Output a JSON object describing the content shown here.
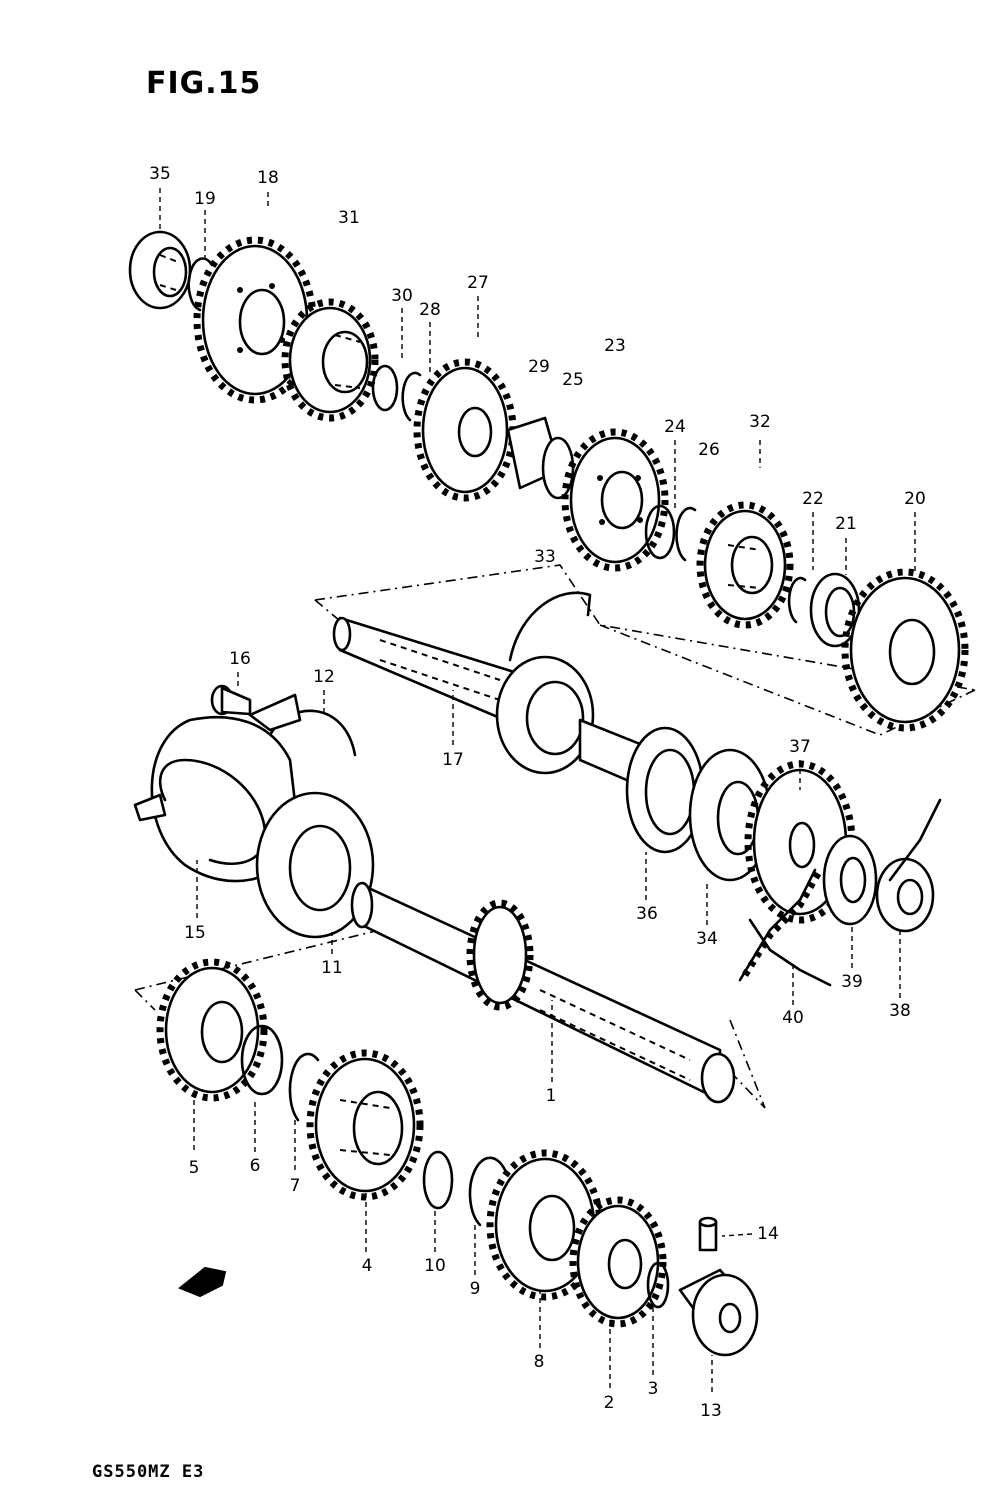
{
  "figure": {
    "title": "FIG.15",
    "model_code": "GS550MZ E3"
  },
  "callouts": [
    {
      "id": "p1",
      "label": "1"
    },
    {
      "id": "p2",
      "label": "2"
    },
    {
      "id": "p3",
      "label": "3"
    },
    {
      "id": "p4",
      "label": "4"
    },
    {
      "id": "p5",
      "label": "5"
    },
    {
      "id": "p6",
      "label": "6"
    },
    {
      "id": "p7",
      "label": "7"
    },
    {
      "id": "p8",
      "label": "8"
    },
    {
      "id": "p9",
      "label": "9"
    },
    {
      "id": "p10",
      "label": "10"
    },
    {
      "id": "p11",
      "label": "11"
    },
    {
      "id": "p12",
      "label": "12"
    },
    {
      "id": "p13",
      "label": "13"
    },
    {
      "id": "p14",
      "label": "14"
    },
    {
      "id": "p15",
      "label": "15"
    },
    {
      "id": "p16",
      "label": "16"
    },
    {
      "id": "p17",
      "label": "17"
    },
    {
      "id": "p18",
      "label": "18"
    },
    {
      "id": "p19",
      "label": "19"
    },
    {
      "id": "p20",
      "label": "20"
    },
    {
      "id": "p21",
      "label": "21"
    },
    {
      "id": "p22",
      "label": "22"
    },
    {
      "id": "p23",
      "label": "23"
    },
    {
      "id": "p24",
      "label": "24"
    },
    {
      "id": "p25",
      "label": "25"
    },
    {
      "id": "p26",
      "label": "26"
    },
    {
      "id": "p27",
      "label": "27"
    },
    {
      "id": "p28",
      "label": "28"
    },
    {
      "id": "p29",
      "label": "29"
    },
    {
      "id": "p30",
      "label": "30"
    },
    {
      "id": "p31",
      "label": "31"
    },
    {
      "id": "p32",
      "label": "32"
    },
    {
      "id": "p33",
      "label": "33"
    },
    {
      "id": "p34",
      "label": "34"
    },
    {
      "id": "p35",
      "label": "35"
    },
    {
      "id": "p36",
      "label": "36"
    },
    {
      "id": "p37",
      "label": "37"
    },
    {
      "id": "p38",
      "label": "38"
    },
    {
      "id": "p39",
      "label": "39"
    },
    {
      "id": "p40",
      "label": "40"
    }
  ]
}
